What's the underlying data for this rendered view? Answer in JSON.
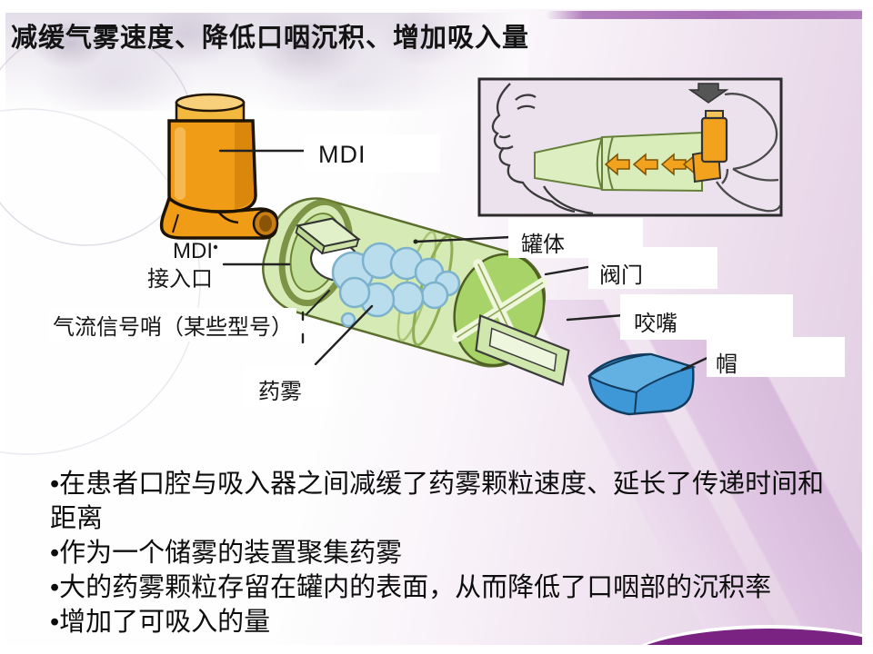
{
  "slide": {
    "title": "减缓气雾速度、降低口咽沉积、增加吸入量",
    "bullet_char": "•",
    "bullets": [
      "在患者口腔与吸入器之间减缓了药雾颗粒速度、延长了传递时间和距离",
      "作为一个储雾的装置聚集药雾",
      "大的药雾颗粒存留在罐内的表面，从而降低了口咽部的沉积率",
      "增加了可吸入的量"
    ]
  },
  "diagram": {
    "labels": {
      "mdi": "MDI",
      "mdi_port_line1": "MDI",
      "mdi_port_line2": "接入口",
      "whistle": "气流信号哨（某些型号）",
      "mist": "药雾",
      "canister_body": "罐体",
      "valve": "阀门",
      "mouthpiece": "咬嘴",
      "cap": "帽"
    },
    "figures": {
      "inhaler": "mdi-inhaler-illustration",
      "spacer": "spacer-tube-illustration",
      "mist_cloud": "medication-mist-cloud",
      "blue_cap": "mouthpiece-cap-illustration",
      "inset": "patient-usage-inset-illustration"
    },
    "colors": {
      "spacer_green": "#a7d369",
      "spacer_light_green": "#d5eab5",
      "inhaler_orange": "#f09c17",
      "cap_blue": "#3e97d6",
      "mist_blue": "#badded",
      "accent_purple": "#7a2383",
      "band_purple": "#a76db4",
      "inset_background": "#ece2ee"
    }
  }
}
